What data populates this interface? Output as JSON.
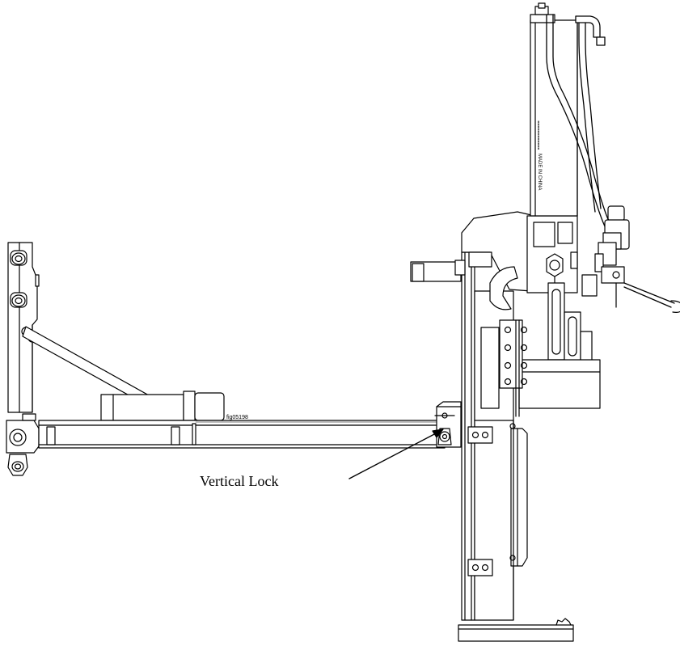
{
  "figure": {
    "figure_id": "fig05198",
    "callout_label": "Vertical Lock",
    "stamp_text": "MADE IN CHINA",
    "line_color": "#000000",
    "background_color": "#ffffff"
  }
}
